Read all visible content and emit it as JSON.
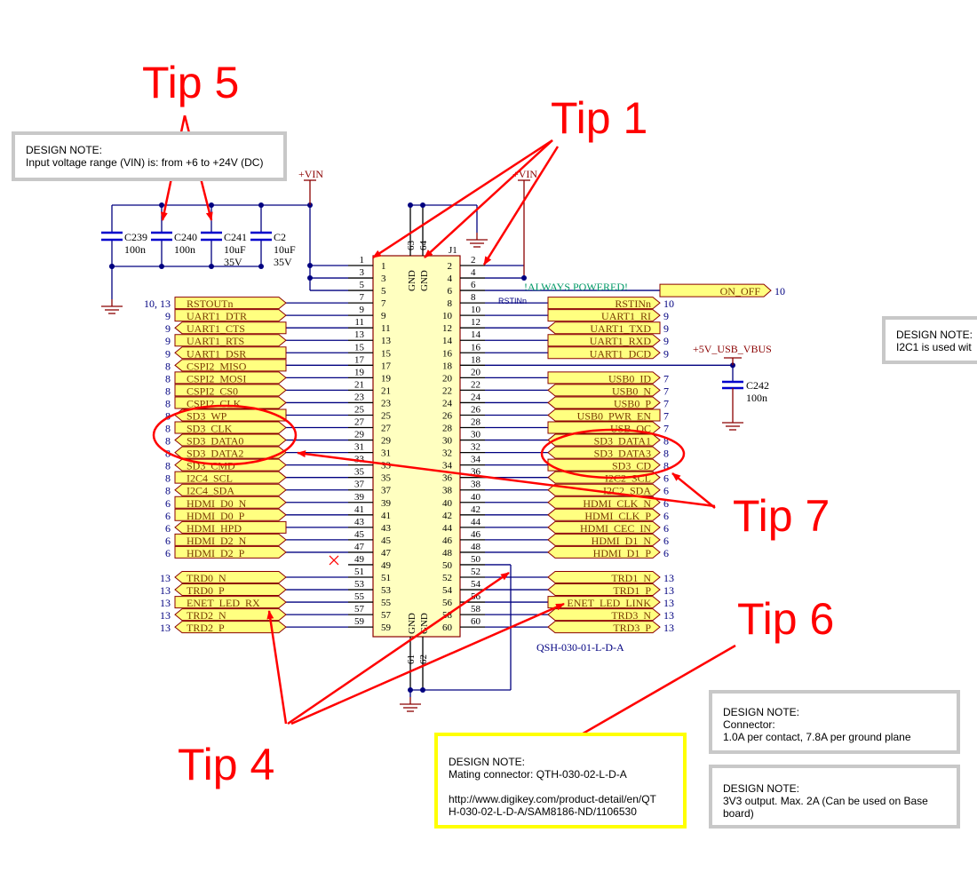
{
  "notes": {
    "vin": {
      "title": "DESIGN NOTE:",
      "text": "Input voltage range (VIN) is: from +6 to +24V (DC)"
    },
    "i2c": {
      "title": "DESIGN NOTE:",
      "text": "I2C1 is used wit"
    },
    "connector": {
      "title": "DESIGN NOTE:",
      "text": "Connector:\n1.0A per contact, 7.8A per ground plane"
    },
    "v3v3": {
      "title": "DESIGN NOTE:",
      "text": "3V3 output. Max. 2A (Can be used on Base\nboard)"
    },
    "mating": {
      "title": "DESIGN NOTE:",
      "text": "Mating connector:  QTH-030-02-L-D-A\n\nhttp://www.digikey.com/product-detail/en/QT\nH-030-02-L-D-A/SAM8186-ND/1106530"
    }
  },
  "tips": {
    "tip1": "Tip 1",
    "tip4": "Tip 4",
    "tip5": "Tip 5",
    "tip6": "Tip 6",
    "tip7": "Tip 7"
  },
  "colors": {
    "wire": "#000080",
    "label_fill": "#ffff80",
    "label_stroke": "#8b0000",
    "label_text": "#7a3a00",
    "annotation": "#ff0000",
    "ref_text": "#000080",
    "power": "#8b0000",
    "always_powered": "#009966"
  },
  "power": {
    "vin_left": "+VIN",
    "vin_right": "+VIN",
    "usb_vbus": "+5V_USB_VBUS"
  },
  "connector": {
    "ref": "J1",
    "part": "QSH-030-01-L-D-A",
    "gnd": "GND",
    "top_gnd_pins": [
      "63",
      "64"
    ],
    "bottom_gnd_pins": [
      "61",
      "62"
    ],
    "nc_pin": "49",
    "loop_pin": "50"
  },
  "capacitors": [
    {
      "ref": "C239",
      "value": "100n",
      "rating": ""
    },
    {
      "ref": "C240",
      "value": "100n",
      "rating": ""
    },
    {
      "ref": "C241",
      "value": "10uF",
      "rating": "35V"
    },
    {
      "ref": "C2",
      "value": "10uF",
      "rating": "35V"
    }
  ],
  "c242": {
    "ref": "C242",
    "value": "100n"
  },
  "always_powered": "!ALWAYS POWERED!",
  "rstin_wire_label": "RSTINn",
  "on_off": {
    "pin": "6",
    "name": "ON_OFF",
    "sheet": "10"
  },
  "vin_pins_left": [
    "1",
    "3",
    "5"
  ],
  "vin_pins_right": [
    "2",
    "4"
  ],
  "left_nets": [
    {
      "pin": "7",
      "name": "RSTOUTn",
      "sheet": "10, 13",
      "dir": "right"
    },
    {
      "pin": "9",
      "name": "UART1_DTR",
      "sheet": "9",
      "dir": "right"
    },
    {
      "pin": "11",
      "name": "UART1_CTS",
      "sheet": "9",
      "dir": "left"
    },
    {
      "pin": "13",
      "name": "UART1_RTS",
      "sheet": "9",
      "dir": "right"
    },
    {
      "pin": "15",
      "name": "UART1_DSR",
      "sheet": "9",
      "dir": "left"
    },
    {
      "pin": "17",
      "name": "CSPI2_MISO",
      "sheet": "8",
      "dir": "left"
    },
    {
      "pin": "19",
      "name": "CSPI2_MOSI",
      "sheet": "8",
      "dir": "right"
    },
    {
      "pin": "21",
      "name": "CSPI2_CS0",
      "sheet": "8",
      "dir": "right"
    },
    {
      "pin": "23",
      "name": "CSPI2_CLK",
      "sheet": "8",
      "dir": "right"
    },
    {
      "pin": "25",
      "name": "SD3_WP",
      "sheet": "8",
      "dir": "left"
    },
    {
      "pin": "27",
      "name": "SD3_CLK",
      "sheet": "8",
      "dir": "right"
    },
    {
      "pin": "29",
      "name": "SD3_DATA0",
      "sheet": "8",
      "dir": "both"
    },
    {
      "pin": "31",
      "name": "SD3_DATA2",
      "sheet": "8",
      "dir": "both"
    },
    {
      "pin": "33",
      "name": "SD3_CMD",
      "sheet": "8",
      "dir": "both"
    },
    {
      "pin": "35",
      "name": "I2C4_SCL",
      "sheet": "8",
      "dir": "right"
    },
    {
      "pin": "37",
      "name": "I2C4_SDA",
      "sheet": "8",
      "dir": "both"
    },
    {
      "pin": "39",
      "name": "HDMI_D0_N",
      "sheet": "6",
      "dir": "right"
    },
    {
      "pin": "41",
      "name": "HDMI_D0_P",
      "sheet": "6",
      "dir": "right"
    },
    {
      "pin": "43",
      "name": "HDMI_HPD",
      "sheet": "6",
      "dir": "left"
    },
    {
      "pin": "45",
      "name": "HDMI_D2_N",
      "sheet": "6",
      "dir": "right"
    },
    {
      "pin": "47",
      "name": "HDMI_D2_P",
      "sheet": "6",
      "dir": "right"
    },
    {
      "pin": "51",
      "name": "TRD0_N",
      "sheet": "13",
      "dir": "both"
    },
    {
      "pin": "53",
      "name": "TRD0_P",
      "sheet": "13",
      "dir": "both"
    },
    {
      "pin": "55",
      "name": "ENET_LED_RX",
      "sheet": "13",
      "dir": "right"
    },
    {
      "pin": "57",
      "name": "TRD2_N",
      "sheet": "13",
      "dir": "both"
    },
    {
      "pin": "59",
      "name": "TRD2_P",
      "sheet": "13",
      "dir": "both"
    }
  ],
  "right_nets": [
    {
      "pin": "8",
      "name": "RSTINn",
      "sheet": "10",
      "dir": "right"
    },
    {
      "pin": "10",
      "name": "UART1_RI",
      "sheet": "9",
      "dir": "right"
    },
    {
      "pin": "12",
      "name": "UART1_TXD",
      "sheet": "9",
      "dir": "left"
    },
    {
      "pin": "14",
      "name": "UART1_RXD",
      "sheet": "9",
      "dir": "right"
    },
    {
      "pin": "16",
      "name": "UART1_DCD",
      "sheet": "9",
      "dir": "right"
    },
    {
      "pin": "20",
      "name": "USB0_ID",
      "sheet": "7",
      "dir": "right"
    },
    {
      "pin": "22",
      "name": "USB0_N",
      "sheet": "7",
      "dir": "both"
    },
    {
      "pin": "24",
      "name": "USB0_P",
      "sheet": "7",
      "dir": "both"
    },
    {
      "pin": "26",
      "name": "USB0_PWR_EN",
      "sheet": "7",
      "dir": "left"
    },
    {
      "pin": "28",
      "name": "USB_OC",
      "sheet": "7",
      "dir": "right"
    },
    {
      "pin": "30",
      "name": "SD3_DATA1",
      "sheet": "8",
      "dir": "both"
    },
    {
      "pin": "32",
      "name": "SD3_DATA3",
      "sheet": "8",
      "dir": "both"
    },
    {
      "pin": "34",
      "name": "SD3_CD",
      "sheet": "8",
      "dir": "right"
    },
    {
      "pin": "36",
      "name": "I2C2_SCL",
      "sheet": "6",
      "dir": "both"
    },
    {
      "pin": "38",
      "name": "I2C2_SDA",
      "sheet": "6",
      "dir": "both"
    },
    {
      "pin": "40",
      "name": "HDMI_CLK_N",
      "sheet": "6",
      "dir": "both"
    },
    {
      "pin": "42",
      "name": "HDMI_CLK_P",
      "sheet": "6",
      "dir": "both"
    },
    {
      "pin": "44",
      "name": "HDMI_CEC_IN",
      "sheet": "6",
      "dir": "both"
    },
    {
      "pin": "46",
      "name": "HDMI_D1_N",
      "sheet": "6",
      "dir": "both"
    },
    {
      "pin": "48",
      "name": "HDMI_D1_P",
      "sheet": "6",
      "dir": "both"
    },
    {
      "pin": "52",
      "name": "TRD1_N",
      "sheet": "13",
      "dir": "both"
    },
    {
      "pin": "54",
      "name": "TRD1_P",
      "sheet": "13",
      "dir": "both"
    },
    {
      "pin": "56",
      "name": "ENET_LED_LINK",
      "sheet": "13",
      "dir": "right"
    },
    {
      "pin": "58",
      "name": "TRD3_N",
      "sheet": "13",
      "dir": "both"
    },
    {
      "pin": "60",
      "name": "TRD3_P",
      "sheet": "13",
      "dir": "both"
    }
  ],
  "other_pins": [
    "18",
    "49",
    "50"
  ]
}
